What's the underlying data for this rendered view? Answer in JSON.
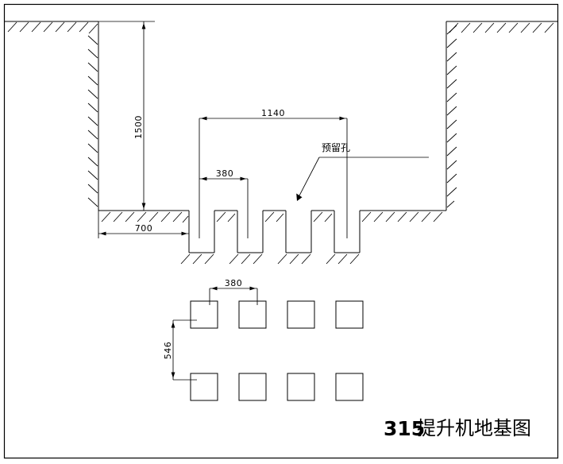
{
  "drawing": {
    "title_number": "315",
    "title_text": "提升机地基图",
    "annotation_reserved_hole": "预留孔",
    "dimensions": {
      "wall_depth": "1500",
      "left_ledge_width": "700",
      "trench_overall": "1140",
      "trench_pitch_section": "380",
      "plan_pitch_x": "380",
      "plan_pitch_y": "546"
    },
    "colors": {
      "line": "#000000",
      "background": "#ffffff"
    }
  }
}
